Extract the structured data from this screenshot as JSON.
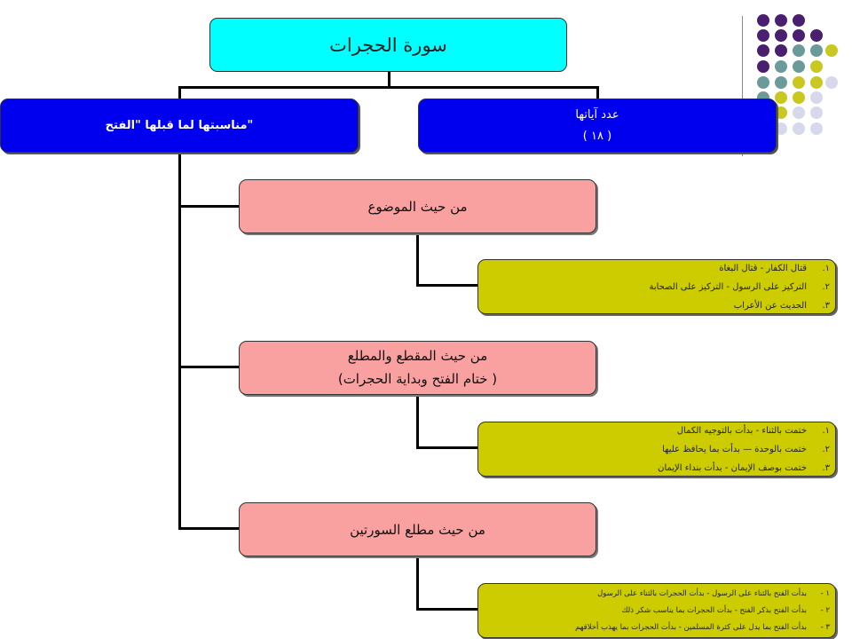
{
  "title": "سورة الحجرات",
  "left_box": {
    "text": "مناسبتها لما قبلها  \"الفتح\""
  },
  "right_box": {
    "line1": "عدد آياتها",
    "line2": "( ١٨ )"
  },
  "sections": [
    {
      "heading": "من حيث الموضوع",
      "subheading": "",
      "items": [
        {
          "num": "١.",
          "text": "قتال الكفار - قتال البغاة"
        },
        {
          "num": "٢.",
          "text": "التركيز على الرسول - التركيز على الصحابة"
        },
        {
          "num": "٣.",
          "text": "الحديث عن الأعراب"
        }
      ]
    },
    {
      "heading": "من حيث المقطع والمطلع",
      "subheading": "(ختام الفتح وبداية الحجرات )",
      "items": [
        {
          "num": "١.",
          "text": "ختمت بالثناء - بدأت بالتوجيه الكمال"
        },
        {
          "num": "٢.",
          "text": "ختمت بالوحدة — بدأت بما يحافظ عليها"
        },
        {
          "num": "٣.",
          "text": "ختمت بوصف الإيمان - بدأت بنداء الإيمان"
        }
      ]
    },
    {
      "heading": "من حيث مطلع السورتين",
      "subheading": "",
      "items": [
        {
          "num": "١ -",
          "text": "بدأت الفتح بالثناء على الرسول - بدأت الحجرات بالثناء على الرسول"
        },
        {
          "num": "٢ -",
          "text": "بدأت الفتح بذكر الفتح - بدأت الحجرات بما يناسب شكر ذلك"
        },
        {
          "num": "٣ -",
          "text": "بدأت الفتح بما يدل على كثرة المسلمين - بدأت الحجرات بما يهذب أخلاقهم"
        }
      ]
    }
  ],
  "colors": {
    "title_box": "#00ffff",
    "blue_box": "#0000ee",
    "pink_box": "#f9a0a0",
    "olive_box": "#cccc00",
    "dot_purple": "#4b1f6f",
    "dot_teal": "#6b9a9a",
    "dot_olive": "#c8c820",
    "dot_lavender": "#d8d8ec"
  }
}
